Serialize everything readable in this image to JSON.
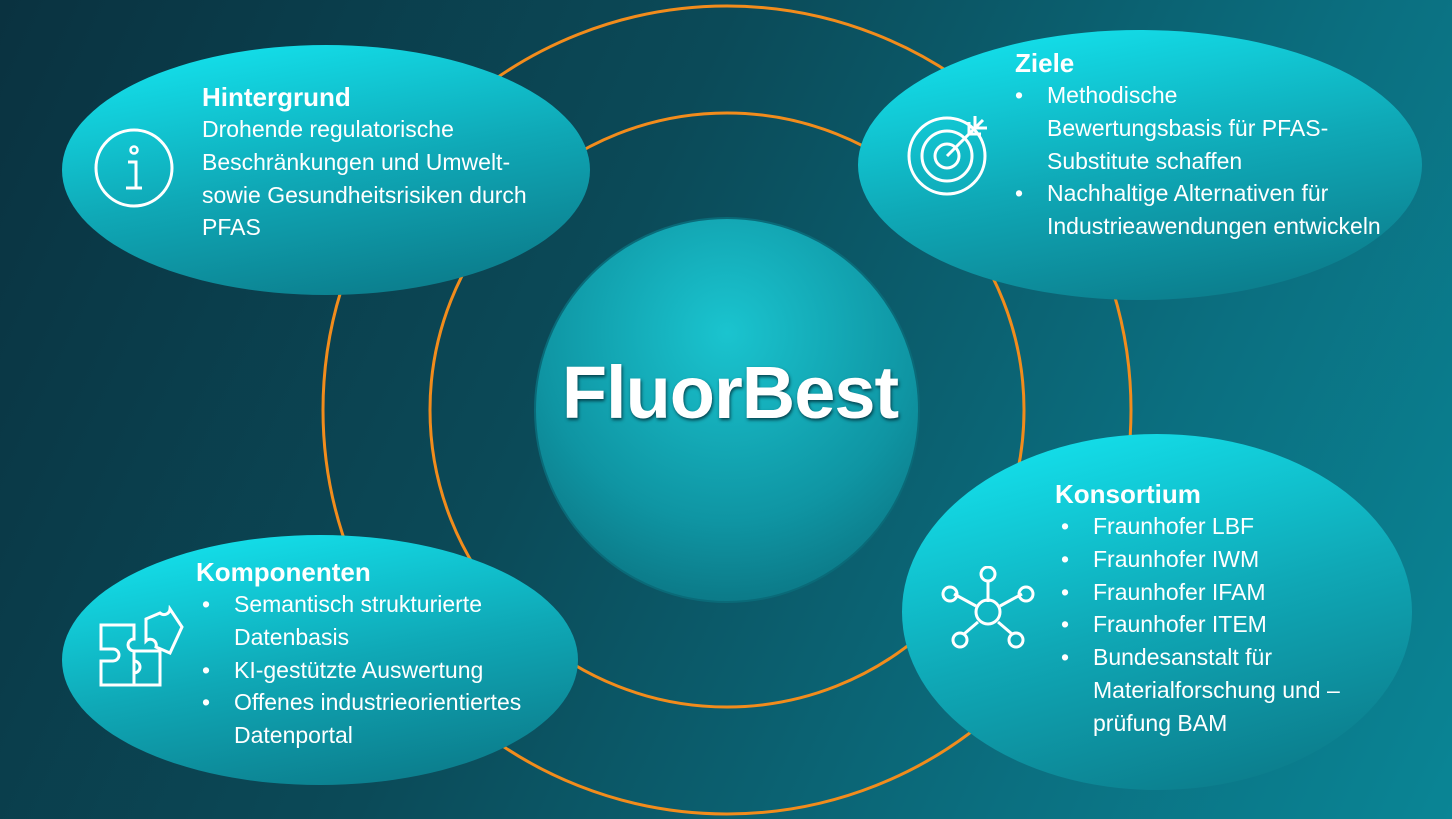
{
  "center": {
    "title": "FluorBest"
  },
  "hintergrund": {
    "title": "Hintergrund",
    "lines": [
      "Drohende regulatorische",
      "Beschränkungen und Umwelt-",
      "sowie Gesundheitsrisiken durch",
      "PFAS"
    ],
    "icon": "info-icon"
  },
  "ziele": {
    "title": "Ziele",
    "items": [
      "Methodische Bewertungsbasis für PFAS-Substitute schaffen",
      "Nachhaltige Alternativen für Industrieawendungen entwickeln"
    ],
    "icon": "target-icon"
  },
  "komponenten": {
    "title": "Komponenten",
    "items": [
      "Semantisch strukturierte Datenbasis",
      "KI-gestützte Auswertung",
      "Offenes industrieorientiertes Datenportal"
    ],
    "icon": "puzzle-icon"
  },
  "konsortium": {
    "title": "Konsortium",
    "items": [
      "Fraunhofer LBF",
      "Fraunhofer IWM",
      "Fraunhofer IFAM",
      "Fraunhofer ITEM",
      "Bundesanstalt für Materialforschung und –prüfung BAM"
    ],
    "icon": "network-icon"
  },
  "colors": {
    "ring": "#f28c1c",
    "bubble_light": "#12dbe6",
    "bubble_dark": "#0d7f8e"
  }
}
